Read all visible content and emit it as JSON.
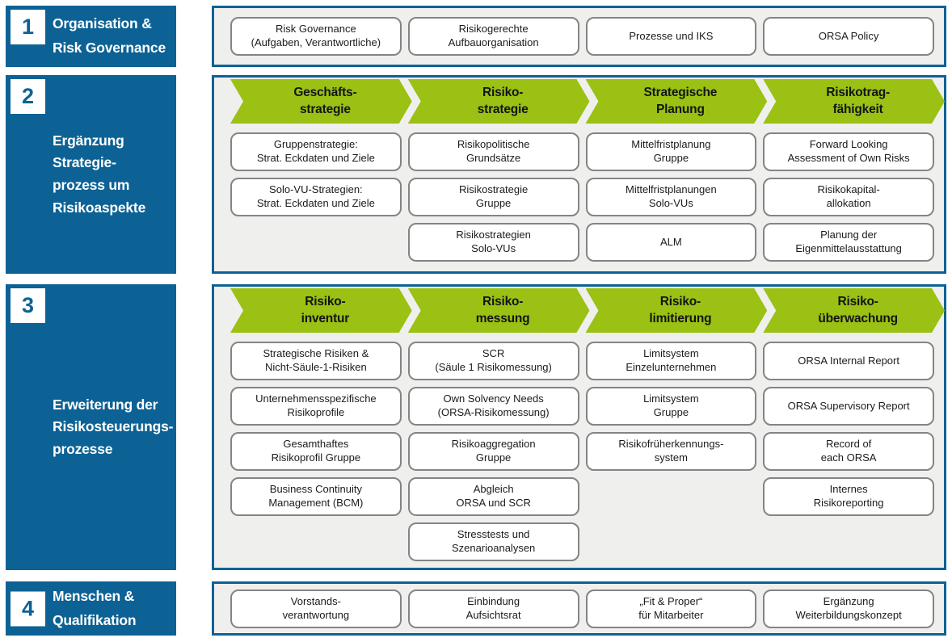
{
  "colors": {
    "blue": "#0d6295",
    "green": "#9ac113",
    "panel_background": "#efefee",
    "box_border": "#848484"
  },
  "sections": [
    {
      "number": "1",
      "label": "Organisation &\nRisk Governance",
      "boxes": [
        "Risk Governance\n(Aufgaben, Verantwortliche)",
        "Risikogerechte\nAufbauorganisation",
        "Prozesse und IKS",
        "ORSA Policy"
      ]
    },
    {
      "number": "2",
      "label": "Ergänzung\nStrategie-\nprozess um\nRisikoaspekte",
      "arrows": [
        "Geschäfts-\nstrategie",
        "Risiko-\nstrategie",
        "Strategische\nPlanung",
        "Risikotrag-\nfähigkeit"
      ],
      "columns": [
        [
          "Gruppenstrategie:\nStrat. Eckdaten und Ziele",
          "Solo-VU-Strategien:\nStrat. Eckdaten und Ziele"
        ],
        [
          "Risikopolitische\nGrundsätze",
          "Risikostrategie\nGruppe",
          "Risikostrategien\nSolo-VUs"
        ],
        [
          "Mittelfristplanung\nGruppe",
          "Mittelfristplanungen\nSolo-VUs",
          "ALM"
        ],
        [
          "Forward Looking\nAssessment of Own Risks",
          "Risikokapital-\nallokation",
          "Planung der\nEigenmittelausstattung"
        ]
      ]
    },
    {
      "number": "3",
      "label": "Erweiterung der\nRisikosteuerungs-\nprozesse",
      "arrows": [
        "Risiko-\ninventur",
        "Risiko-\nmessung",
        "Risiko-\nlimitierung",
        "Risiko-\nüberwachung"
      ],
      "columns": [
        [
          "Strategische Risiken &\nNicht-Säule-1-Risiken",
          "Unternehmensspezifische\nRisikoprofile",
          "Gesamthaftes\nRisikoprofil Gruppe",
          "Business Continuity\nManagement (BCM)"
        ],
        [
          "SCR\n(Säule 1 Risikomessung)",
          "Own Solvency Needs\n(ORSA-Risikomessung)",
          "Risikoaggregation\nGruppe",
          "Abgleich\nORSA und SCR",
          "Stresstests und\nSzenarioanalysen"
        ],
        [
          "Limitsystem\nEinzelunternehmen",
          "Limitsystem\nGruppe",
          "Risikofrüherkennungs-\nsystem"
        ],
        [
          "ORSA Internal Report",
          "ORSA Supervisory Report",
          "Record of\neach ORSA",
          "Internes\nRisikoreporting"
        ]
      ]
    },
    {
      "number": "4",
      "label": "Menschen &\nQualifikation",
      "boxes": [
        "Vorstands-\nverantwortung",
        "Einbindung\nAufsichtsrat",
        "„Fit & Proper“\nfür Mitarbeiter",
        "Ergänzung\nWeiterbildungskonzept"
      ]
    }
  ]
}
